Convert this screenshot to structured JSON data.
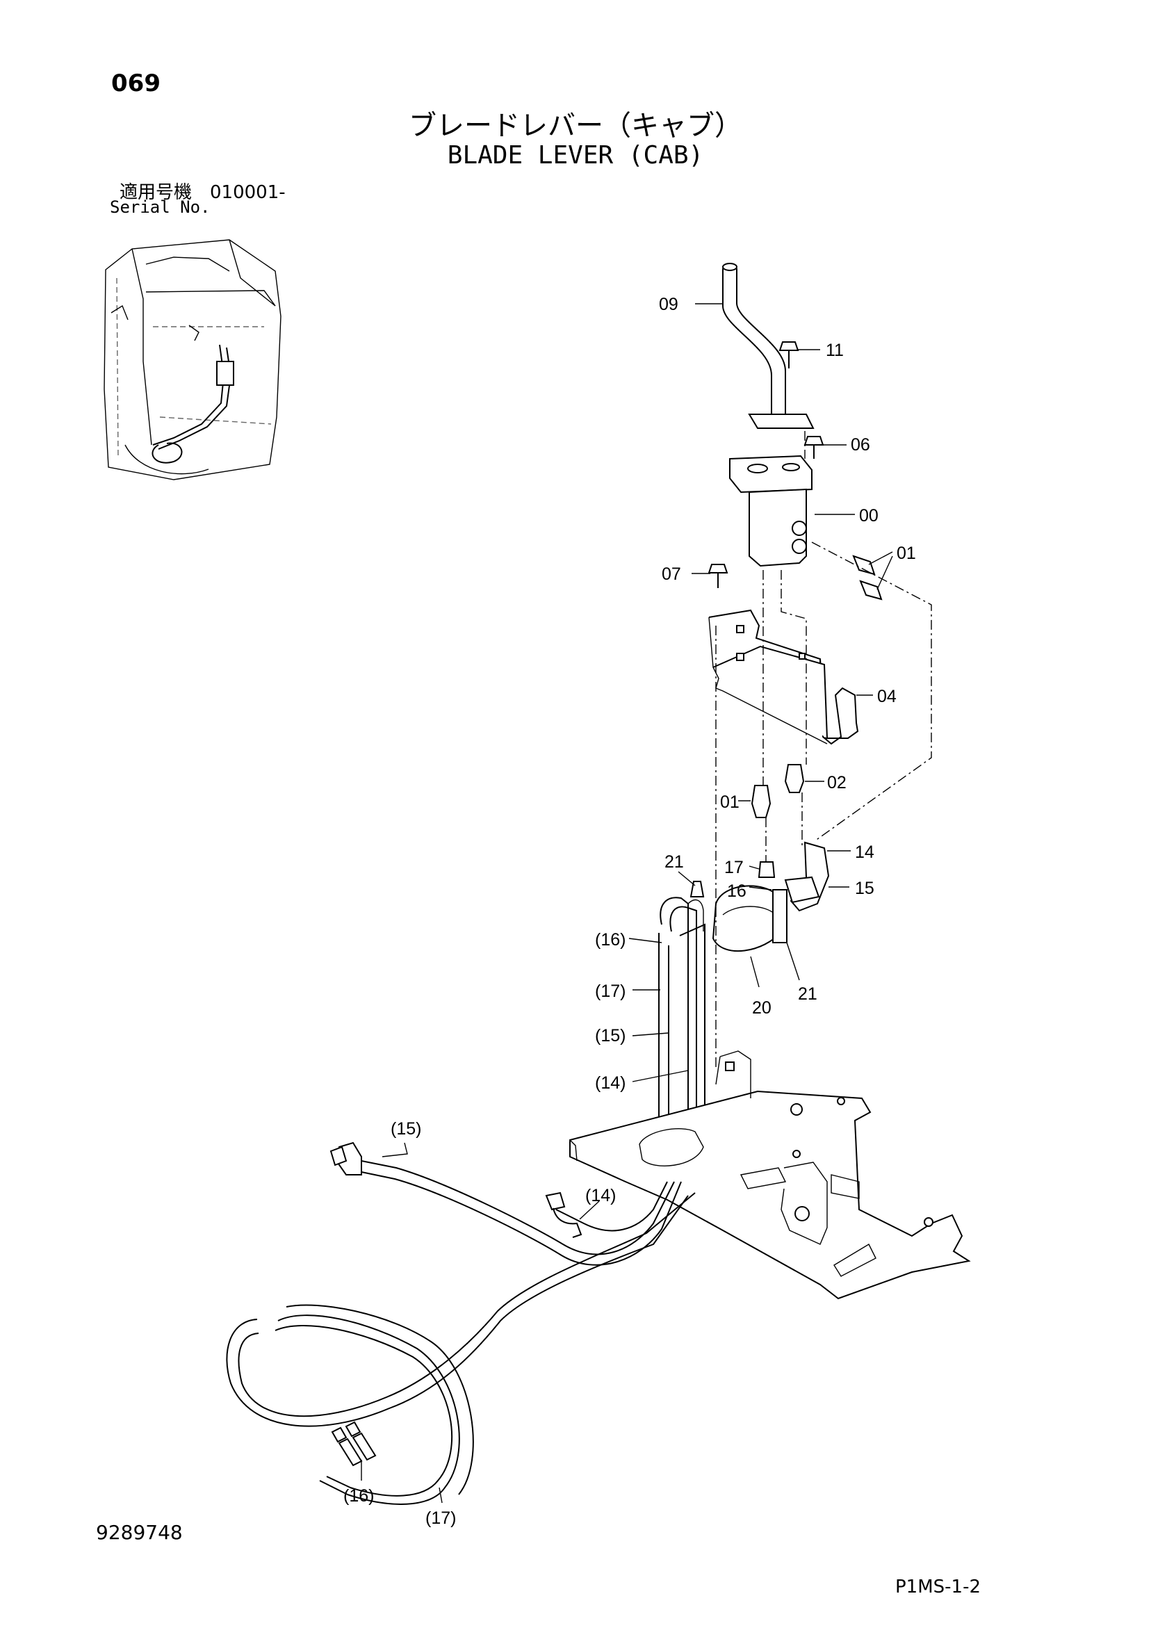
{
  "header": {
    "page_number": "069",
    "title_jp": "ブレードレバー（キャブ）",
    "title_en": "BLADE LEVER (CAB)",
    "serial_label_jp": "適用号機　010001-",
    "serial_label_en": "Serial No."
  },
  "footer": {
    "drawing_number": "9289748",
    "page_code": "P1MS-1-2"
  },
  "callouts": {
    "c09": "09",
    "c11": "11",
    "c06": "06",
    "c00": "00",
    "c01a": "01",
    "c07": "07",
    "c04": "04",
    "c02": "02",
    "c01b": "01",
    "c14": "14",
    "c15": "15",
    "c21a": "21",
    "c17": "17",
    "c16": "16",
    "c21b": "21",
    "c20": "20",
    "p16a": "(16)",
    "p17a": "(17)",
    "p15a": "(15)",
    "p14a": "(14)",
    "p15b": "(15)",
    "p14b": "(14)",
    "p16b": "(16)",
    "p17b": "(17)"
  }
}
